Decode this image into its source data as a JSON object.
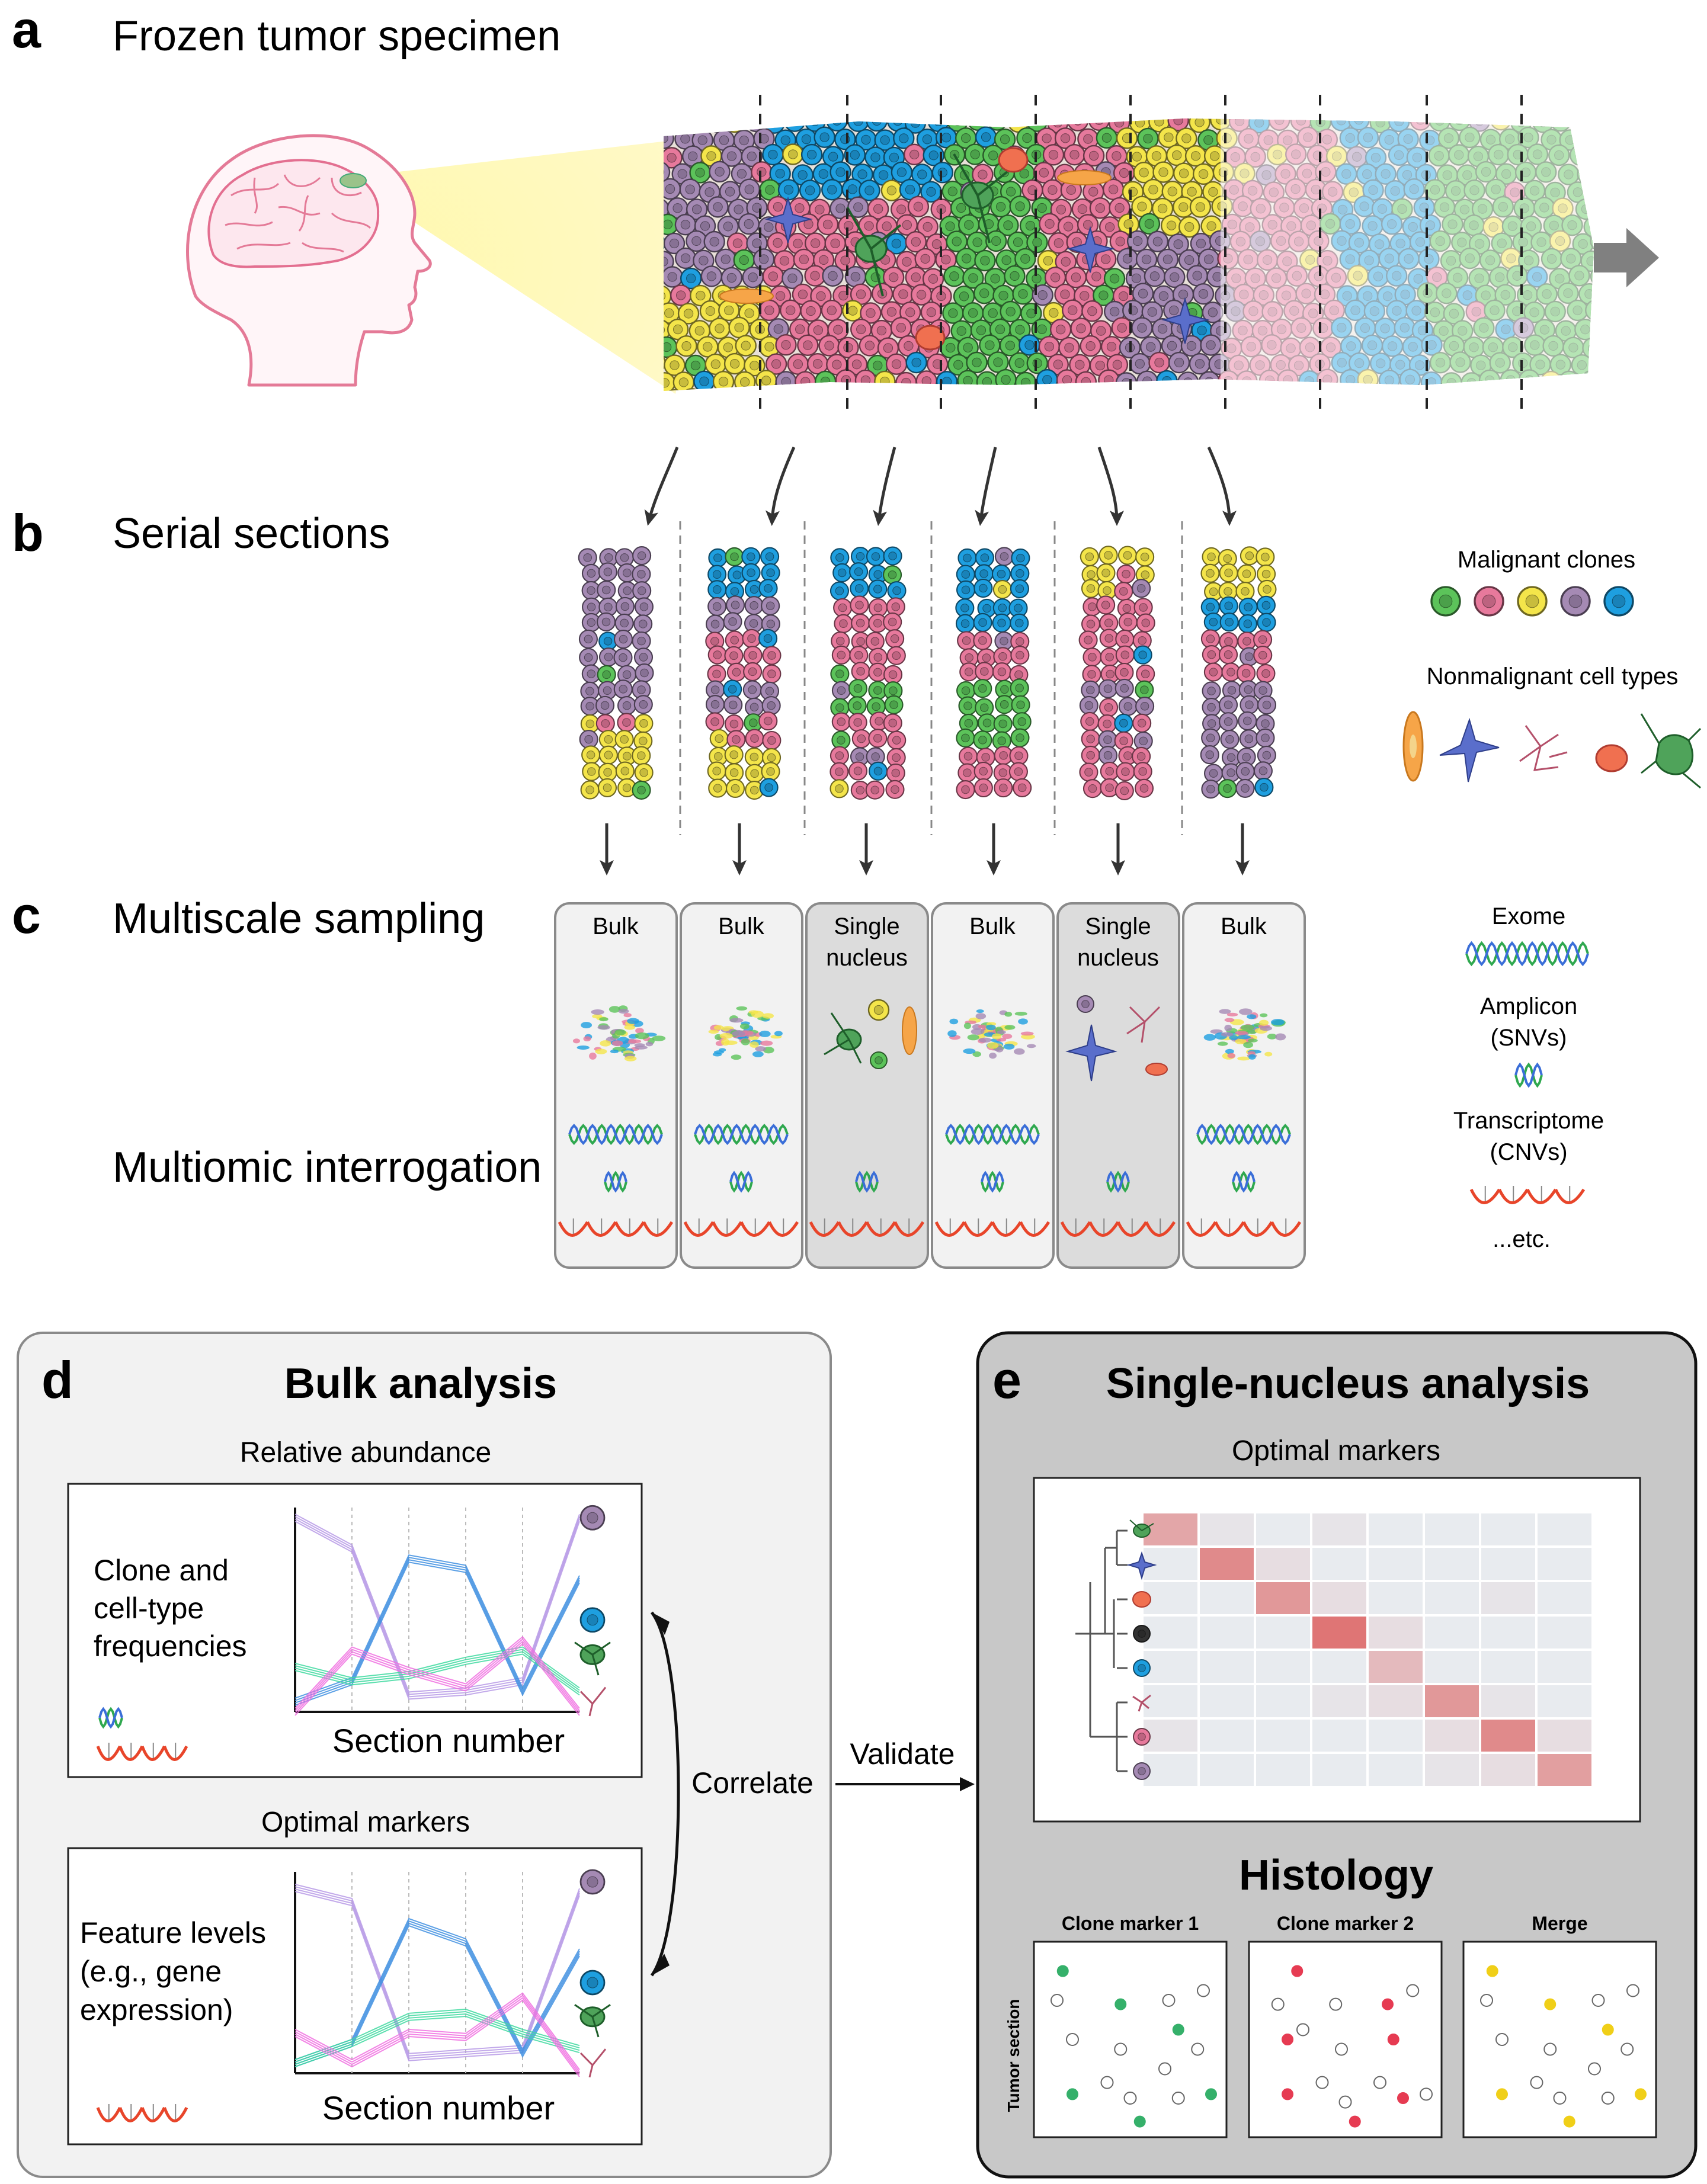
{
  "panel_a": {
    "letter": "a",
    "title": "Frozen tumor specimen"
  },
  "panel_b": {
    "letter": "b",
    "title": "Serial sections",
    "legend": {
      "malignant": "Malignant clones",
      "nonmalignant": "Nonmalignant cell types"
    }
  },
  "panel_c": {
    "letter": "c",
    "title": "Multiscale sampling",
    "subtitle": "Multiomic interrogation",
    "boxes": [
      {
        "l1": "Bulk",
        "l2": ""
      },
      {
        "l1": "Bulk",
        "l2": ""
      },
      {
        "l1": "Single",
        "l2": "nucleus"
      },
      {
        "l1": "Bulk",
        "l2": ""
      },
      {
        "l1": "Single",
        "l2": "nucleus"
      },
      {
        "l1": "Bulk",
        "l2": ""
      }
    ],
    "legend": {
      "exome": "Exome",
      "amplicon": "Amplicon",
      "amplicon_sub": "(SNVs)",
      "transcriptome": "Transcriptome",
      "transcriptome_sub": "(CNVs)",
      "etc": "...etc."
    }
  },
  "panel_d": {
    "letter": "d",
    "title": "Bulk analysis",
    "top_heading": "Relative abundance",
    "top_text": [
      "Clone and",
      "cell-type",
      "frequencies"
    ],
    "top_xlabel": "Section number",
    "bottom_heading": "Optimal markers",
    "bottom_text": [
      "Feature levels",
      "(e.g., gene",
      "expression)"
    ],
    "bottom_xlabel": "Section number",
    "correlate": "Correlate"
  },
  "validate": "Validate",
  "panel_e": {
    "letter": "e",
    "title": "Single-nucleus analysis",
    "heatmap_heading": "Optimal markers",
    "histology_title": "Histology",
    "histology_panels": [
      "Clone marker 1",
      "Clone marker 2",
      "Merge"
    ],
    "tumor_section": "Tumor section"
  },
  "colors": {
    "green": "#5cc35a",
    "pink": "#e7799c",
    "yellow": "#f4e54a",
    "purple": "#a58ab4",
    "blue": "#1e9fe0",
    "orange": "#f6a548",
    "heat_high": "#dd6060",
    "heat_bg": "#e8ebef",
    "panel_d_bg": "#f2f2f2",
    "panel_e_bg": "#c8c8c8"
  },
  "heatmap_values": [
    [
      0.5,
      0.05,
      0.0,
      0.05,
      0.0,
      0.0,
      0.0,
      0.0
    ],
    [
      0.0,
      0.7,
      0.1,
      0.0,
      0.0,
      0.0,
      0.0,
      0.0
    ],
    [
      0.0,
      0.0,
      0.6,
      0.1,
      0.0,
      0.0,
      0.05,
      0.0
    ],
    [
      0.0,
      0.0,
      0.0,
      0.85,
      0.1,
      0.0,
      0.0,
      0.0
    ],
    [
      0.0,
      0.0,
      0.0,
      0.0,
      0.35,
      0.0,
      0.0,
      0.0
    ],
    [
      0.0,
      0.0,
      0.0,
      0.05,
      0.1,
      0.6,
      0.05,
      0.0
    ],
    [
      0.05,
      0.0,
      0.0,
      0.0,
      0.0,
      0.1,
      0.7,
      0.1
    ],
    [
      0.0,
      0.0,
      0.0,
      0.0,
      0.0,
      0.05,
      0.1,
      0.55
    ]
  ]
}
